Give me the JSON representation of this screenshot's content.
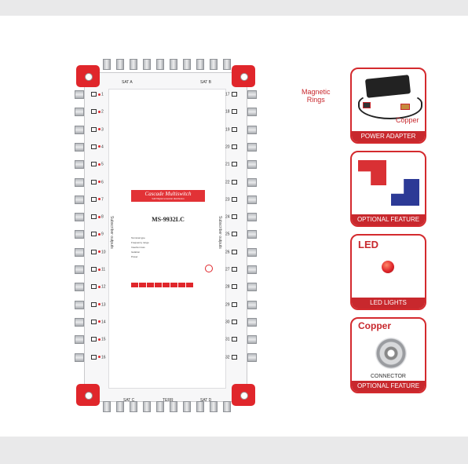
{
  "device": {
    "title": "Cascade Multiswitch",
    "subtitle": "SAT/Digital terrestrial distribution",
    "model": "MS-9932LC",
    "left_side_label": "Subscriber outputs",
    "right_side_label": "Subscriber outputs",
    "left_outputs": [
      "1",
      "2",
      "3",
      "4",
      "5",
      "6",
      "7",
      "8",
      "9",
      "10",
      "11",
      "12",
      "13",
      "14",
      "15",
      "16"
    ],
    "right_outputs": [
      "17",
      "18",
      "19",
      "20",
      "21",
      "22",
      "23",
      "24",
      "25",
      "26",
      "27",
      "28",
      "29",
      "30",
      "31",
      "32"
    ],
    "top_group_1": "SAT A",
    "top_group_2": "SAT B",
    "bottom_group_1": "SAT C",
    "bottom_group_2": "SAT D",
    "center_input": "TERR",
    "spec_terminal": "Terminal type",
    "spec_frequency": "Frequency range",
    "spec_insertion": "Insertion loss",
    "spec_isolation": "Isolation",
    "spec_power": "Power",
    "colors": {
      "accent": "#e0262b",
      "panel_border": "#d42a2e",
      "caption": "#c8282d"
    }
  },
  "panels": [
    {
      "caption": "POWER ADAPTER",
      "annotation_1": "Magnetic\nRings",
      "annotation_2": "Copper"
    },
    {
      "caption": "OPTIONAL FEATURE"
    },
    {
      "caption": "LED LIGHTS",
      "label": "LED"
    },
    {
      "caption": "OPTIONAL FEATURE",
      "label": "Copper",
      "sub_caption": "CONNECTOR"
    }
  ]
}
